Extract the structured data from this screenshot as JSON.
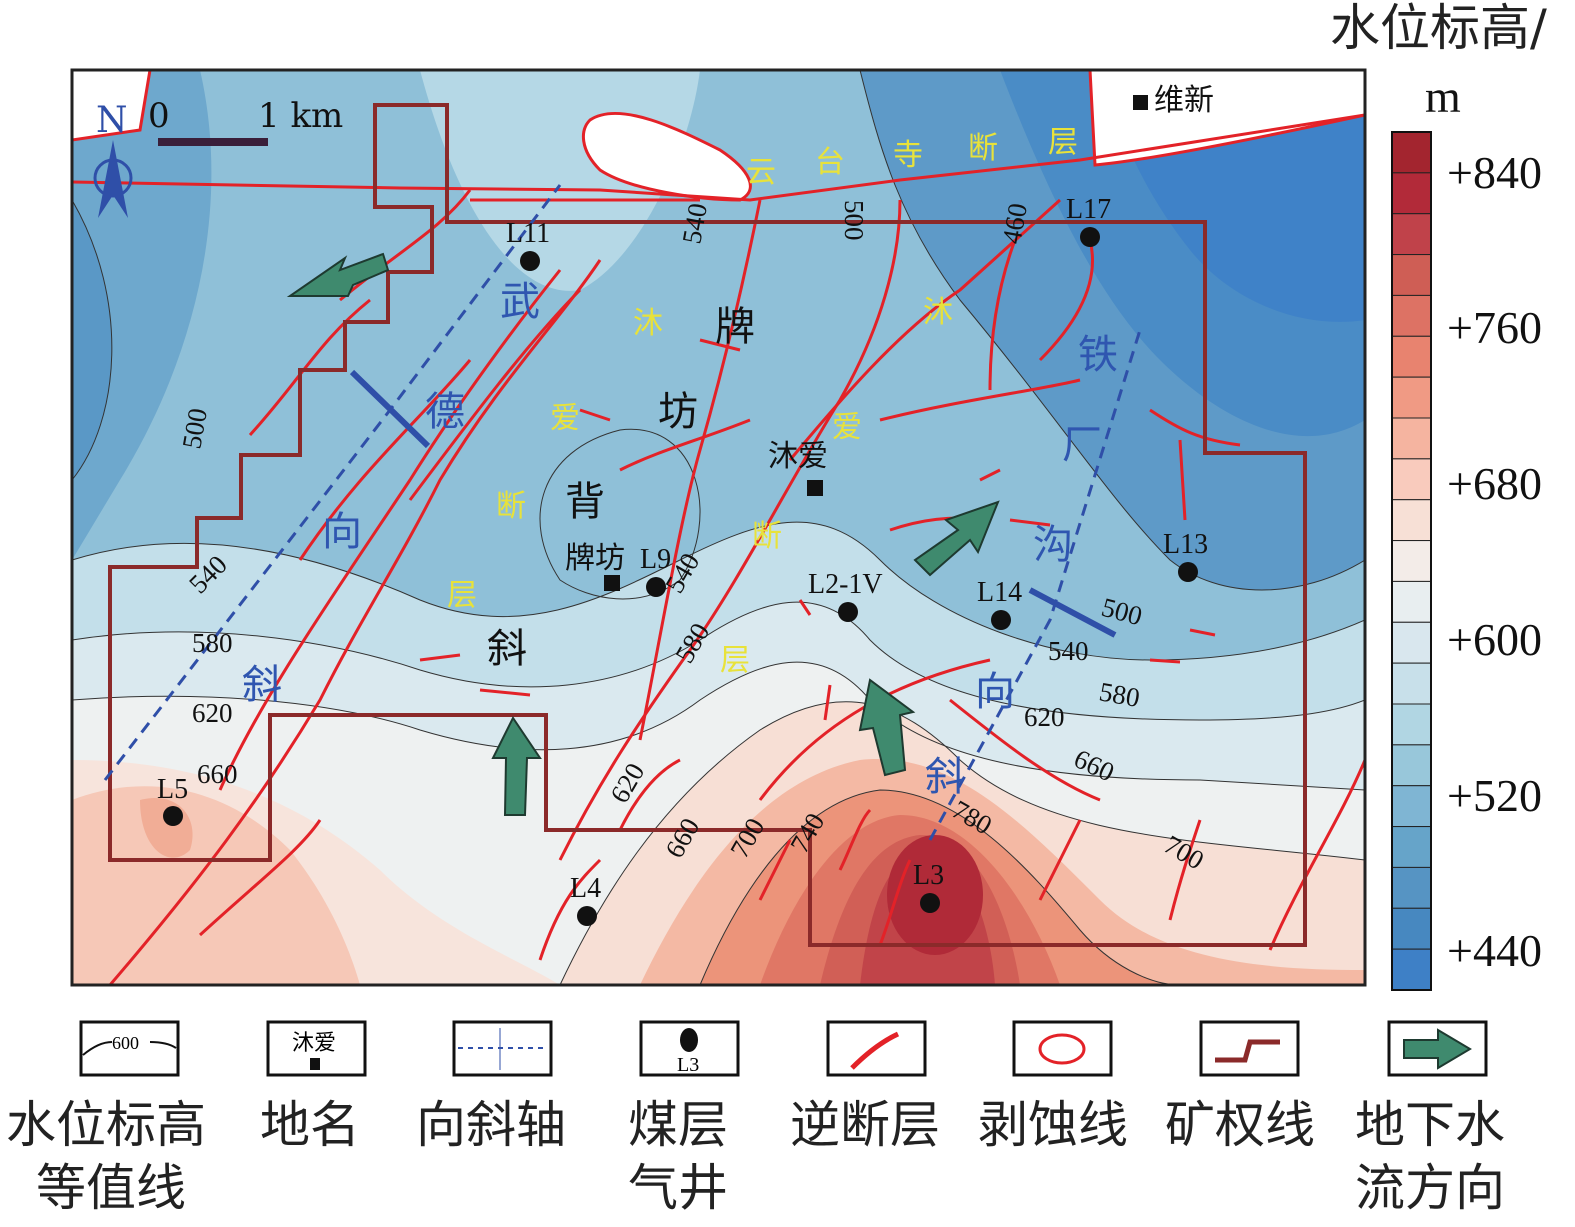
{
  "colorbar": {
    "title": "水位标高/",
    "unit": "m",
    "labels": [
      "+840",
      "+760",
      "+680",
      "+600",
      "+520",
      "+440"
    ],
    "colors": [
      "#a3252f",
      "#b22a39",
      "#c0424a",
      "#cf5e55",
      "#dd7264",
      "#e8836f",
      "#f09a84",
      "#f5b4a0",
      "#f9cbbd",
      "#f7e0d6",
      "#f3ece8",
      "#e8eef0",
      "#d9e7ee",
      "#c8e0ea",
      "#b1d6e3",
      "#98c7da",
      "#7fb5d3",
      "#66a4c9",
      "#5694c3",
      "#4788c0",
      "#3e80c6"
    ]
  },
  "scale": {
    "north": "N",
    "zero": "0",
    "one": "1 km"
  },
  "places": {
    "weixin": "维新",
    "muai": "沐爱",
    "paifang": "牌坊"
  },
  "wells": [
    "L11",
    "L17",
    "L13",
    "L14",
    "L2-1V",
    "L9",
    "L5",
    "L4",
    "L3"
  ],
  "structures": {
    "wude": [
      "武",
      "德",
      "向",
      "斜"
    ],
    "paifang": [
      "牌",
      "坊",
      "背",
      "斜"
    ],
    "muai_fault_1": [
      "沐",
      "爱",
      "断",
      "层"
    ],
    "muai_fault_2": [
      "沐",
      "爱",
      "断",
      "层"
    ],
    "yuntaisi": [
      "云",
      "台",
      "寺",
      "断",
      "层"
    ],
    "tiechanggou": [
      "铁",
      "厂",
      "沟",
      "向",
      "斜"
    ]
  },
  "contour_labels": [
    "500",
    "540",
    "500",
    "460",
    "540",
    "580",
    "620",
    "660",
    "540",
    "580",
    "620",
    "660",
    "700",
    "740",
    "780",
    "500",
    "540",
    "580",
    "620",
    "660",
    "700"
  ],
  "legend": [
    {
      "sample": "600",
      "label": [
        "水位标高",
        "等值线"
      ]
    },
    {
      "sample": "沐爱",
      "label": [
        "地名"
      ]
    },
    {
      "sample": "",
      "label": [
        "向斜轴"
      ]
    },
    {
      "sample": "L3",
      "label": [
        "煤层",
        "气井"
      ]
    },
    {
      "sample": "",
      "label": [
        "逆断层"
      ]
    },
    {
      "sample": "",
      "label": [
        "剥蚀线"
      ]
    },
    {
      "sample": "",
      "label": [
        "矿权线"
      ]
    },
    {
      "sample": "",
      "label": [
        "地下水",
        "流方向"
      ]
    }
  ],
  "accent": {
    "fault": "#e32228",
    "boundary": "#8b2a2a",
    "arrow": "#3f8a6e",
    "axis": "#2f4fa8"
  }
}
